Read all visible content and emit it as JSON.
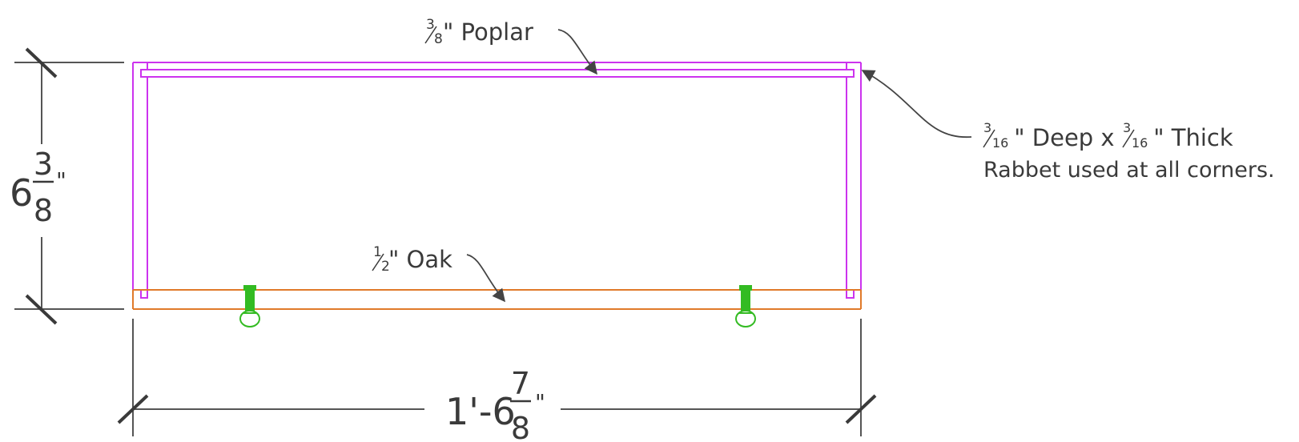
{
  "labels": {
    "poplar": {
      "num": "3",
      "den": "8",
      "text": "\" Poplar"
    },
    "oak": {
      "num": "1",
      "den": "2",
      "text": "\" Oak"
    },
    "rabbet": {
      "f1_num": "3",
      "f1_den": "16",
      "mid": " \" Deep x ",
      "f2_num": "3",
      "f2_den": "16",
      "end": " \" Thick",
      "line2": "Rabbet used at all corners."
    }
  },
  "dimensions": {
    "height": {
      "whole": "6",
      "num": "3",
      "den": "8",
      "unit": "\""
    },
    "width": {
      "whole": "1'-6",
      "num": "7",
      "den": "8",
      "unit": "\""
    }
  },
  "colors": {
    "poplar_box": "#cc33ee",
    "oak_bottom": "#e07a2a",
    "hardware": "#33bb22",
    "dimension": "#555555",
    "text": "#3a3a3a"
  },
  "icons": {
    "hardware": "knob-screw-icon"
  }
}
